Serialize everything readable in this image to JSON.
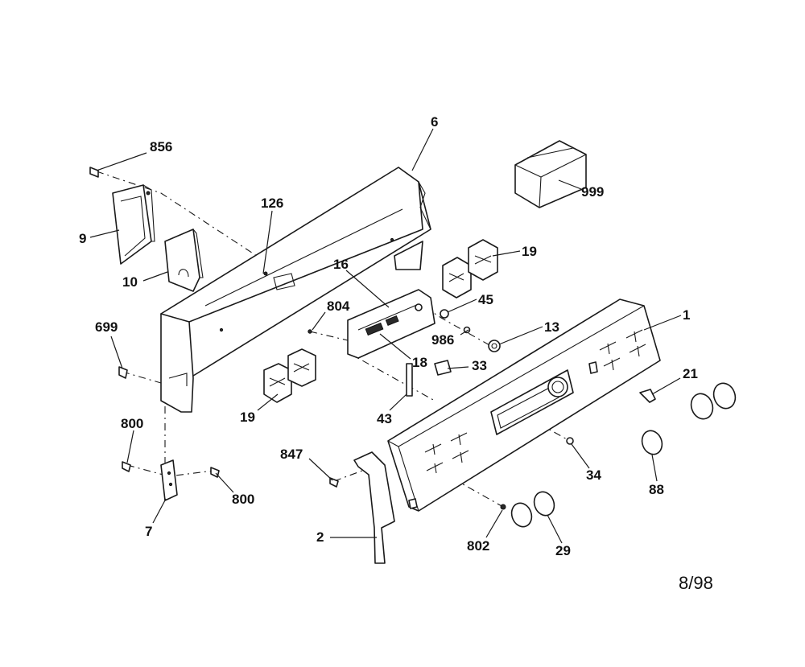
{
  "diagram": {
    "callouts": [
      "856",
      "9",
      "10",
      "126",
      "6",
      "999",
      "19",
      "16",
      "804",
      "45",
      "699",
      "986",
      "13",
      "1",
      "18",
      "33",
      "21",
      "19",
      "43",
      "800",
      "847",
      "34",
      "88",
      "800",
      "7",
      "2",
      "802",
      "29"
    ],
    "date_code": "8/98"
  }
}
